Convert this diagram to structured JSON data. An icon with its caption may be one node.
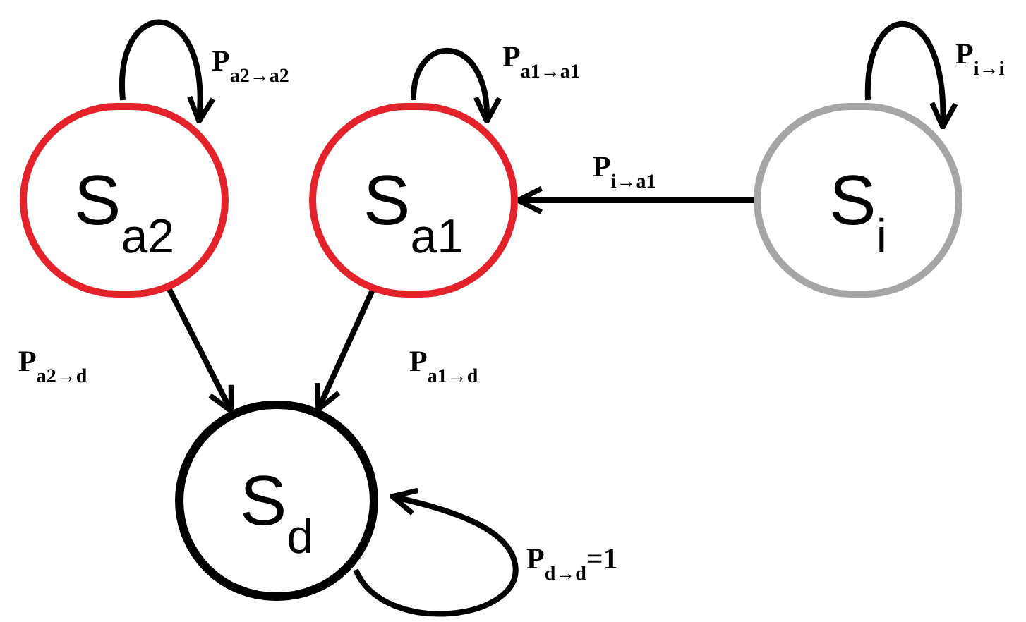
{
  "diagram": {
    "nodes": [
      {
        "text": [
          "S$_{a2}$"
        ]
      },
      {
        "text": [
          "S$_{a1}$"
        ]
      },
      {
        "text": [
          "S$_{i}$"
        ]
      },
      {
        "text": [
          "S$_{d}$"
        ]
      }
    ],
    "edges": [
      {
        "from": 0,
        "to": 0,
        "arrow": "to",
        "label": "P$_{a2→a2}$"
      },
      {
        "from": 1,
        "to": 1,
        "arrow": "to",
        "label": "P$_{a1→a1}$"
      },
      {
        "from": 2,
        "to": 2,
        "arrow": "to",
        "label": "P$_{i→i}$"
      },
      {
        "from": 2,
        "to": 1,
        "arrow": "to",
        "label": "P$_{i→a1}$"
      },
      {
        "from": 0,
        "to": 3,
        "arrow": "to",
        "label": "P$_{a2→d}$"
      },
      {
        "from": 1,
        "to": 3,
        "arrow": "to",
        "label": "P$_{a1→d}$"
      },
      {
        "from": 3,
        "to": 3,
        "arrow": "to",
        "label": "P$_{d→d}$=1"
      }
    ]
  }
}
